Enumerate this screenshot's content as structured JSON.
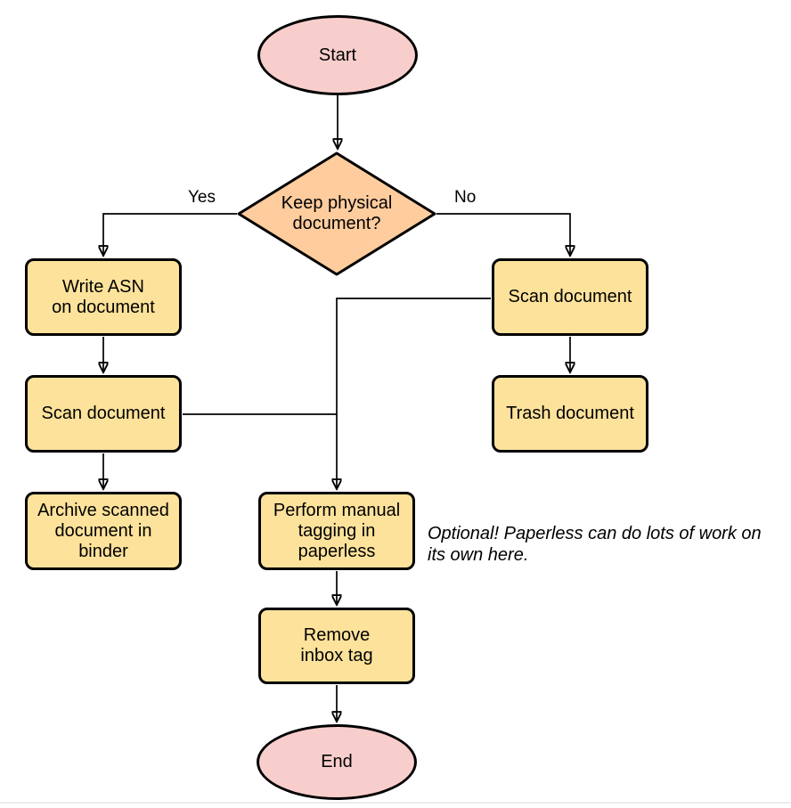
{
  "colors": {
    "background": "#ffffff",
    "terminal_fill": "#F8CECC",
    "decision_fill": "#FFCC9E",
    "process_fill": "#FDE29B",
    "shape_stroke": "#000000",
    "text": "#000000",
    "bottom_rule": "#ececec"
  },
  "nodes": {
    "start": {
      "label": "Start"
    },
    "decision": {
      "label": "Keep physical\ndocument?"
    },
    "write_asn": {
      "label": "Write ASN\non document"
    },
    "scan_left": {
      "label": "Scan document"
    },
    "archive": {
      "label": "Archive scanned\ndocument in\nbinder"
    },
    "scan_right": {
      "label": "Scan document"
    },
    "trash": {
      "label": "Trash document"
    },
    "tagging": {
      "label": "Perform manual\ntagging in\npaperless"
    },
    "remove_inbox": {
      "label": "Remove\ninbox tag"
    },
    "end": {
      "label": "End"
    }
  },
  "edge_labels": {
    "yes": "Yes",
    "no": "No"
  },
  "annotation": {
    "text": "Optional! Paperless can do lots of work on\nits own here."
  }
}
